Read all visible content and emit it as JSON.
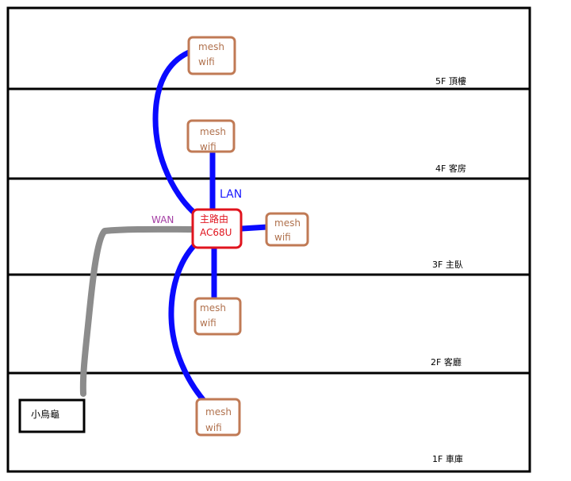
{
  "floors": [
    {
      "label": "5F 頂樓"
    },
    {
      "label": "4F 客房"
    },
    {
      "label": "3F 主臥"
    },
    {
      "label": "2F 客廳"
    },
    {
      "label": "1F 車庫"
    }
  ],
  "router": {
    "line1": "主路由",
    "line2": "AC68U"
  },
  "modem": {
    "label": "小烏龜"
  },
  "mesh_nodes": [
    {
      "line1": "mesh",
      "line2": "wifi"
    },
    {
      "line1": "mesh",
      "line2": "wifi"
    },
    {
      "line1": "mesh",
      "line2": "wifi"
    },
    {
      "line1": "mesh",
      "line2": "wifi"
    },
    {
      "line1": "mesh",
      "line2": "wifi"
    }
  ],
  "links": {
    "lan_label": "LAN",
    "wan_label": "WAN"
  },
  "colors": {
    "lan": "#0a0aff",
    "wan": "#8c8c8c",
    "mesh_border": "#c07a55",
    "router_border": "#e0141e",
    "wall": "#000000"
  }
}
